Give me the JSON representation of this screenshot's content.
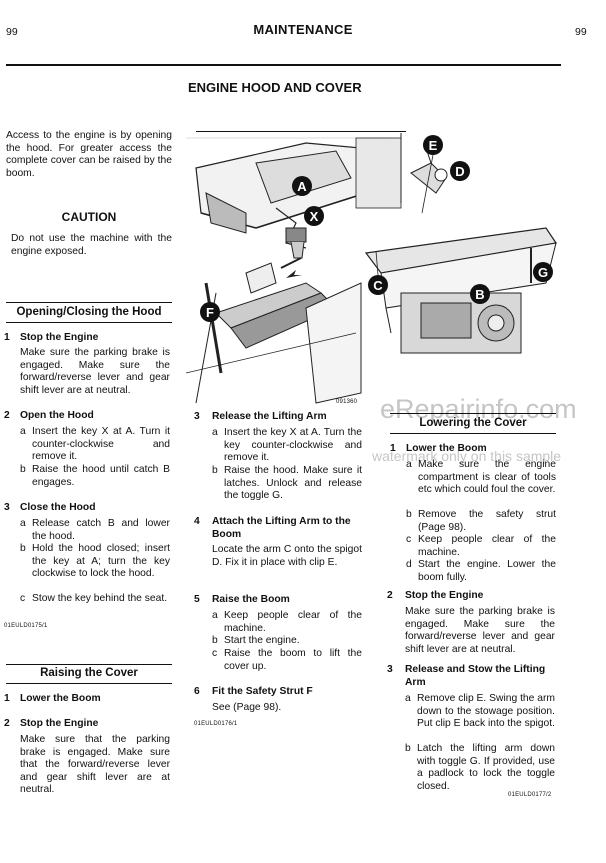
{
  "page": {
    "left_number": "99",
    "right_number": "99",
    "header": "MAINTENANCE",
    "title": "ENGINE HOOD AND COVER"
  },
  "intro": "Access to the engine is by opening the hood. For greater access the complete cover can be raised by the boom.",
  "caution": {
    "title": "CAUTION",
    "text": "Do not use the machine with the engine exposed."
  },
  "opening": {
    "title": "Opening/Closing the Hood",
    "steps": [
      {
        "num": "1",
        "title": "Stop the Engine",
        "text": "Make sure the parking brake is engaged. Make sure the forward/reverse lever and gear shift lever are at neutral."
      },
      {
        "num": "2",
        "title": "Open the Hood",
        "a": "Insert the key X at A. Turn it counter-clockwise and remove it.",
        "b": "Raise the hood until catch B engages."
      },
      {
        "num": "3",
        "title": "Close the Hood",
        "a": "Release catch B and lower the hood.",
        "b": "Hold the hood closed; insert the key at A; turn the key clockwise to lock the hood.",
        "c": "Stow the key behind the seat."
      }
    ],
    "code": "01EULD0175/1"
  },
  "raising": {
    "title": "Raising the Cover",
    "steps": [
      {
        "num": "1",
        "title": "Lower the Boom"
      },
      {
        "num": "2",
        "title": "Stop the Engine",
        "text": "Make sure that the parking brake is engaged. Make sure that the forward/reverse lever and gear shift lever are at neutral."
      },
      {
        "num": "3",
        "title": "Release the Lifting Arm",
        "a": "Insert the key X at A. Turn the key counter-clockwise and remove it.",
        "b": "Raise the hood. Make sure it latches. Unlock and release the toggle G."
      },
      {
        "num": "4",
        "title": "Attach the Lifting Arm to the Boom",
        "text": "Locate the arm C onto the spigot D. Fix it in place with clip E."
      },
      {
        "num": "5",
        "title": "Raise the Boom",
        "a": "Keep people clear of the machine.",
        "b": "Start the engine.",
        "c": "Raise the boom to lift the cover up."
      },
      {
        "num": "6",
        "title": "Fit the Safety Strut F",
        "text": "See (Page 98)."
      }
    ],
    "code": "01EULD0176/1"
  },
  "lowering": {
    "title": "Lowering the Cover",
    "steps": [
      {
        "num": "1",
        "title": "Lower the Boom",
        "a": "Make sure the engine compartment is clear of tools etc which could foul the cover.",
        "b": "Remove the safety strut (Page 98).",
        "c": "Keep people clear of the machine.",
        "d": "Start the engine. Lower the boom fully."
      },
      {
        "num": "2",
        "title": "Stop the Engine",
        "text": "Make sure the parking brake is engaged. Make sure the forward/reverse lever and gear shift lever are at neutral."
      },
      {
        "num": "3",
        "title": "Release and Stow the Lifting Arm",
        "a": "Remove clip E. Swing the arm down to the stowage position. Put clip E back into the spigot.",
        "b": "Latch the lifting arm down with toggle G. If provided, use a padlock to lock the toggle closed."
      }
    ],
    "code": "01EULD0177/2"
  },
  "figure": {
    "code": "091360",
    "callouts": [
      "A",
      "X",
      "E",
      "D",
      "C",
      "B",
      "G",
      "F"
    ]
  },
  "watermark": {
    "main": "eRepairinfo.com",
    "sub": "watermark only on this sample"
  }
}
